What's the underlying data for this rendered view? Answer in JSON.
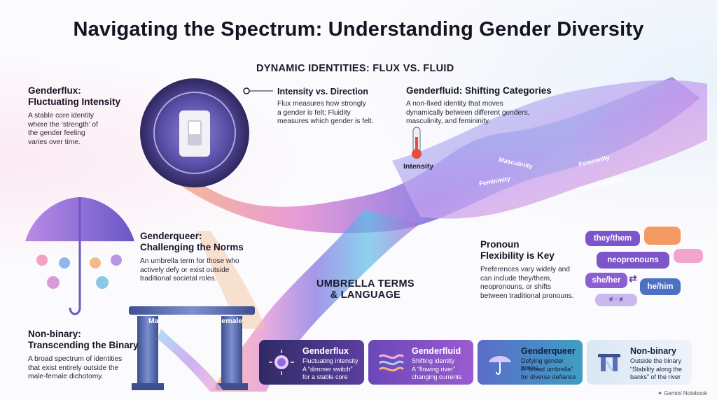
{
  "title": "Navigating the Spectrum: Understanding Gender Diversity",
  "sections": {
    "dynamic": "DYNAMIC IDENTITIES: FLUX VS. FLUID",
    "umbrella_line1": "UMBRELLA TERMS",
    "umbrella_line2": "& LANGUAGE"
  },
  "genderflux": {
    "title_line1": "Genderflux:",
    "title_line2": "Fluctuating Intensity",
    "desc": [
      "A stable core identity",
      "where the ‘strength’ of",
      "the gender feeling",
      "varies over time."
    ]
  },
  "intensity_direction": {
    "title": "Intensity vs. Direction",
    "desc": [
      "Flux measures how strongly",
      "a gender is felt; Fluidity",
      "measures which gender is felt."
    ]
  },
  "genderfluid": {
    "title": "Genderfluid: Shifting Categories",
    "desc": [
      "A non-fixed identity that moves",
      "dynamically between different genders,",
      "masculinity, and femininity."
    ]
  },
  "thermometer_label": "Intensity",
  "river_labels": {
    "masculinity": "Masculinity",
    "femininity_upper": "Femininity",
    "femininity_lower": "Femininity",
    "other": "Other Genders"
  },
  "genderqueer": {
    "title_line1": "Genderqueer:",
    "title_line2": "Challenging the Norms",
    "desc": [
      "An umbrella term for those who",
      "actively defy or exist outside",
      "traditional societal roles."
    ]
  },
  "pronoun": {
    "title_line1": "Pronoun",
    "title_line2": "Flexibility is Key",
    "desc": [
      "Preferences vary widely and",
      "can include they/them,",
      "neopronouns, or shifts",
      "between traditional pronouns."
    ],
    "bubbles": {
      "they": "they/them",
      "neo": "neopronouns",
      "she": "she/her",
      "he": "he/him"
    }
  },
  "nonbinary": {
    "title_line1": "Non-binary:",
    "title_line2": "Transcending the Binary",
    "desc": [
      "A broad spectrum of identities",
      "that exist entirely outside the",
      "male-female dichotomy."
    ]
  },
  "pillars": {
    "male": "Male",
    "female": "Female"
  },
  "legend": [
    {
      "title": "Genderflux",
      "line1": "Fluctuating intensity",
      "line2": "A “dimmer switch”",
      "line3": "for a stable core",
      "icon": "dimmer-sun-icon"
    },
    {
      "title": "Genderfluid",
      "line1": "Shifting identity",
      "line2": "A “flowing river”",
      "line3": "changing currents",
      "icon": "river-waves-icon"
    },
    {
      "title": "Genderqueer",
      "line1": "Defying gender norms",
      "line2": "A “broad umbrella”",
      "line3": "for diverse defiance",
      "icon": "umbrella-icon"
    },
    {
      "title": "Non-binary",
      "line1": "Outside the binary",
      "line2": "“Stability along the",
      "line3": "banks” of the river",
      "icon": "pillars-icon"
    }
  ],
  "footer": "Gemini Notebook",
  "colors": {
    "flux_purple": "#5b3f9e",
    "fluid_violet": "#8a4fc4",
    "queer_teal": "#3f8fb5",
    "nonbinary_light": "#e4eef7",
    "bubble_purple": "#7b55c9",
    "bubble_blue": "#4d6fc4"
  }
}
